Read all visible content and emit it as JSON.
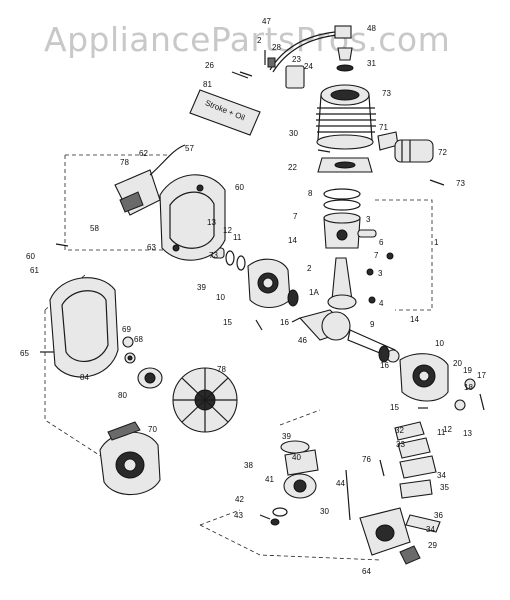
{
  "watermark": "AppliancePartsPros.com",
  "decal_text": "Stroke + Oil",
  "callouts": [
    "47",
    "48",
    "2",
    "28",
    "26",
    "31",
    "23",
    "24",
    "81",
    "73",
    "30",
    "71",
    "72",
    "22",
    "73",
    "62",
    "78",
    "57",
    "60",
    "1",
    "8",
    "7",
    "3",
    "58",
    "13",
    "12",
    "11",
    "14",
    "6",
    "7",
    "63",
    "2",
    "3",
    "73",
    "39",
    "10",
    "1A",
    "4",
    "60",
    "61",
    "15",
    "16",
    "46",
    "9",
    "14",
    "10",
    "20",
    "19",
    "17",
    "18",
    "65",
    "69",
    "68",
    "16",
    "15",
    "11",
    "12",
    "13",
    "84",
    "78",
    "32",
    "33",
    "80",
    "70",
    "39",
    "76",
    "40",
    "34",
    "35",
    "38",
    "41",
    "44",
    "36",
    "42",
    "30",
    "43",
    "34",
    "64",
    "29"
  ],
  "colors": {
    "ink": "#1a1a1a",
    "watermark": "#c8c8c8",
    "background": "#ffffff"
  }
}
